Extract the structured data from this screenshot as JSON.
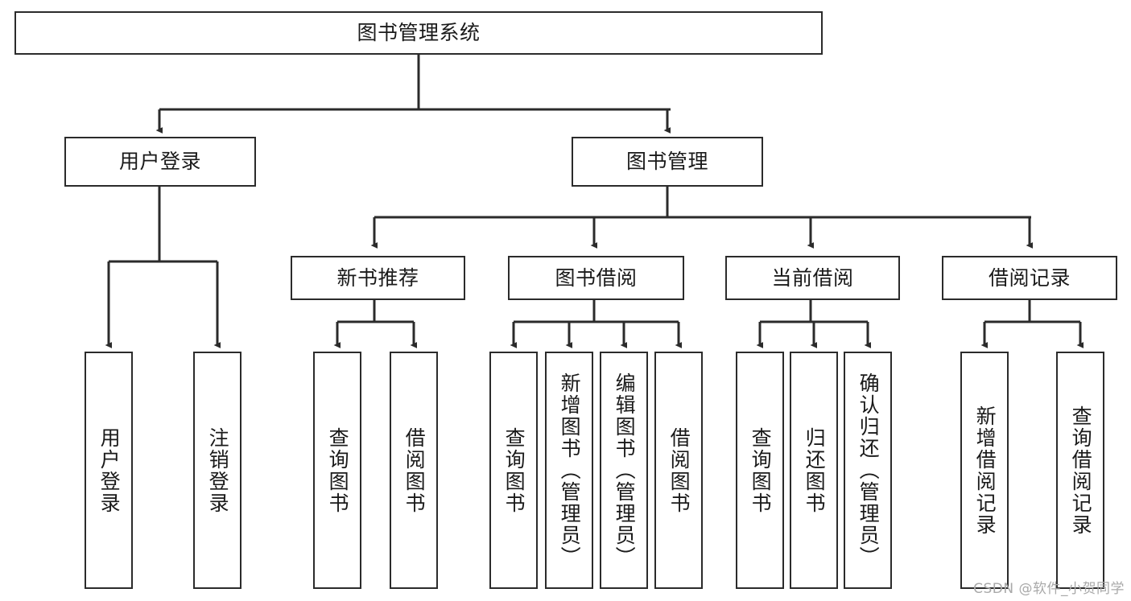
{
  "diagram": {
    "title": "图书管理系统",
    "type": "tree-hierarchy",
    "watermark": "CSDN @软件_小贺同学"
  },
  "nodes": {
    "root": {
      "label": "图书管理系统"
    },
    "level2": [
      {
        "label": "用户登录"
      },
      {
        "label": "图书管理"
      }
    ],
    "level3": [
      {
        "label": "新书推荐"
      },
      {
        "label": "图书借阅"
      },
      {
        "label": "当前借阅"
      },
      {
        "label": "借阅记录"
      }
    ],
    "leaves": {
      "user_login": [
        {
          "label": "用户登录"
        },
        {
          "label": "注销登录"
        }
      ],
      "new_book_recommend": [
        {
          "label": "查询图书"
        },
        {
          "label": "借阅图书"
        }
      ],
      "book_borrow": [
        {
          "label": "查询图书"
        },
        {
          "label": "新增图书（管理员）"
        },
        {
          "label": "编辑图书（管理员）"
        },
        {
          "label": "借阅图书"
        }
      ],
      "current_borrow": [
        {
          "label": "查询图书"
        },
        {
          "label": "归还图书"
        },
        {
          "label": "确认归还（管理员）"
        }
      ],
      "borrow_record": [
        {
          "label": "新增借阅记录"
        },
        {
          "label": "查询借阅记录"
        }
      ]
    }
  },
  "colors": {
    "border": "#2b2b2b",
    "text": "#1a1a1a",
    "background": "#ffffff",
    "watermark": "#a9a9a9"
  }
}
